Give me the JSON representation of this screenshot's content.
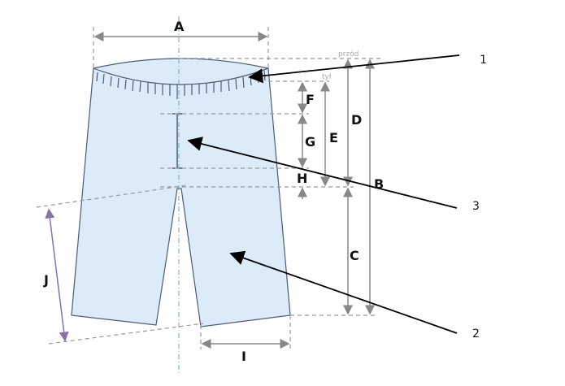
{
  "labels": {
    "A": "A",
    "B": "B",
    "C": "C",
    "D": "D",
    "E": "E",
    "F": "F",
    "G": "G",
    "H": "H",
    "I": "I",
    "J": "J"
  },
  "callouts": {
    "one": "1",
    "two": "2",
    "three": "3"
  },
  "notes": {
    "front": "przód",
    "back": "tył"
  },
  "colors": {
    "fabric": "#dcebf8",
    "outline": "#4a5a7a",
    "dimension": "#888888",
    "accent_j": "#8a70a8"
  }
}
